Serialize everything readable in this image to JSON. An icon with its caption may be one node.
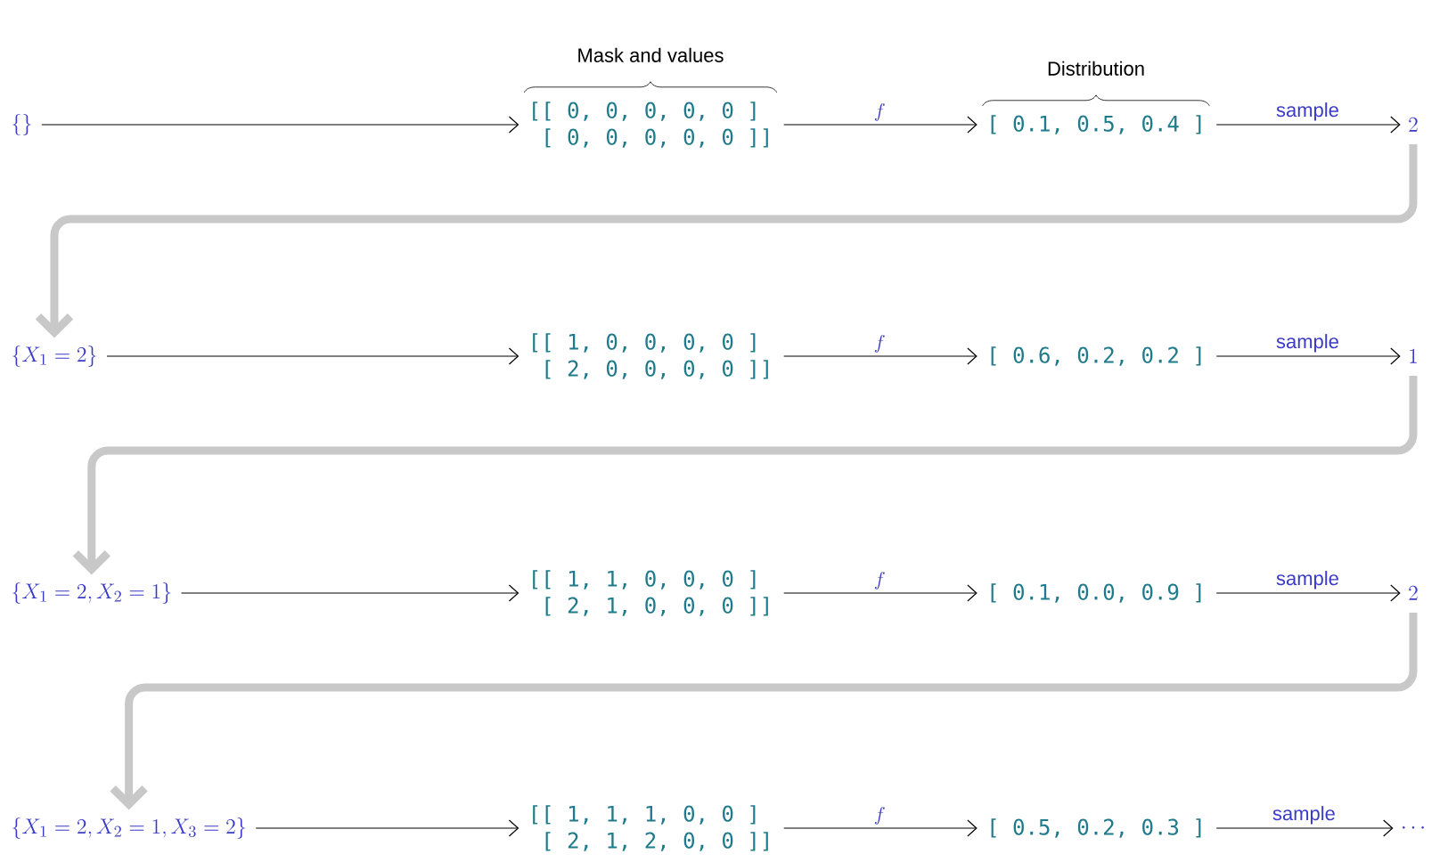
{
  "diagram": {
    "nodes": [
      {
        "text": [
          "\\{\\}"
        ]
      },
      {
        "text": [
          "[[ 0, 0, 0, 0, 0 ]",
          "[ 0, 0, 0, 0, 0 ]]"
        ]
      },
      {
        "text": [
          "[ 0.1, 0.5, 0.4 ]"
        ]
      },
      {
        "text": [
          "2"
        ]
      },
      {
        "text": [
          "\\{X_1 = 2\\}"
        ]
      },
      {
        "text": [
          "[[ 1, 0, 0, 0, 0 ]",
          "[ 2, 0, 0, 0, 0 ]]"
        ]
      },
      {
        "text": [
          "[ 0.6, 0.2, 0.2 ]"
        ]
      },
      {
        "text": [
          "1"
        ]
      },
      {
        "text": [
          "\\{X_1 = 2, X_2 = 1\\}"
        ]
      },
      {
        "text": [
          "[[ 1, 1, 0, 0, 0 ]",
          "[ 2, 1, 0, 0, 0 ]]"
        ]
      },
      {
        "text": [
          "[ 0.1, 0.0, 0.9 ]"
        ]
      },
      {
        "text": [
          "2"
        ]
      },
      {
        "text": [
          "\\{X_1 = 2, X_2 = 1, X_3 = 2\\}"
        ]
      },
      {
        "text": [
          "[[ 1, 1, 1, 0, 0 ]",
          "[ 2, 1, 2, 0, 0 ]]"
        ]
      },
      {
        "text": [
          "[ 0.5, 0.2, 0.3 ]"
        ]
      },
      {
        "text": [
          "\\cdots"
        ]
      }
    ],
    "edges": [
      {
        "from": 0,
        "to": 1,
        "arrow": "to"
      },
      {
        "from": 1,
        "to": 2,
        "arrow": "to",
        "label": "f"
      },
      {
        "from": 2,
        "to": 3,
        "arrow": "to",
        "label": "sample"
      },
      {
        "from": 3,
        "to": 4,
        "arrow": "to",
        "style": "thick",
        "color": "#c8c8c8"
      },
      {
        "from": 4,
        "to": 5,
        "arrow": "to"
      },
      {
        "from": 5,
        "to": 6,
        "arrow": "to",
        "label": "f"
      },
      {
        "from": 6,
        "to": 7,
        "arrow": "to",
        "label": "sample"
      },
      {
        "from": 7,
        "to": 8,
        "arrow": "to",
        "style": "thick",
        "color": "#c8c8c8"
      },
      {
        "from": 8,
        "to": 9,
        "arrow": "to"
      },
      {
        "from": 9,
        "to": 10,
        "arrow": "to",
        "label": "f"
      },
      {
        "from": 10,
        "to": 11,
        "arrow": "to",
        "label": "sample"
      },
      {
        "from": 11,
        "to": 12,
        "arrow": "to",
        "style": "thick",
        "color": "#c8c8c8"
      },
      {
        "from": 12,
        "to": 13,
        "arrow": "to"
      },
      {
        "from": 13,
        "to": 14,
        "arrow": "to",
        "label": "f"
      },
      {
        "from": 14,
        "to": 15,
        "arrow": "to",
        "label": "sample"
      }
    ],
    "labels": [
      "Mask and values",
      "Distribution"
    ]
  }
}
